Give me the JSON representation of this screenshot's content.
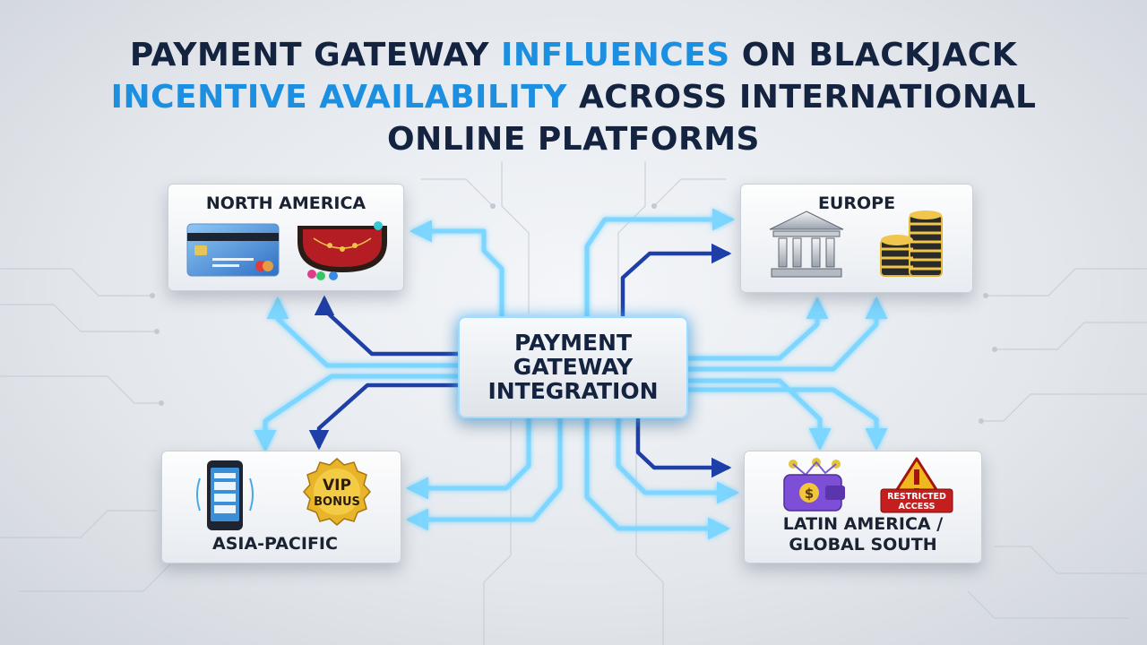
{
  "title": {
    "part1": "PAYMENT GATEWAY ",
    "part2": "INFLUENCES",
    "part3": " ON BLACKJACK",
    "part4": "INCENTIVE AVAILABILITY",
    "part5": " ACROSS INTERNATIONAL",
    "part6": "ONLINE PLATFORMS"
  },
  "hub": {
    "line1": "PAYMENT",
    "line2": "GATEWAY",
    "line3": "INTEGRATION"
  },
  "regions": {
    "north_america": {
      "label": "NORTH AMERICA",
      "icons": [
        "credit-card-icon",
        "blackjack-table-icon"
      ]
    },
    "europe": {
      "label": "EUROPE",
      "icons": [
        "bank-icon",
        "coin-stack-icon"
      ]
    },
    "asia_pacific": {
      "label": "ASIA-PACIFIC",
      "icons": [
        "smartphone-icon",
        "vip-bonus-badge-icon"
      ],
      "badge_line1": "VIP",
      "badge_line2": "BONUS"
    },
    "latin_america": {
      "label_line1": "LATIN AMERICA /",
      "label_line2": "GLOBAL SOUTH",
      "icons": [
        "wallet-icon",
        "restricted-access-sign-icon"
      ],
      "sign_line1": "RESTRICTED",
      "sign_line2": "ACCESS"
    }
  },
  "colors": {
    "title_dark": "#14233f",
    "title_accent": "#1c8fe0",
    "arrow_light": "#6fd0ff",
    "arrow_dark": "#1f3fa8",
    "background": "#e3e7ec"
  }
}
